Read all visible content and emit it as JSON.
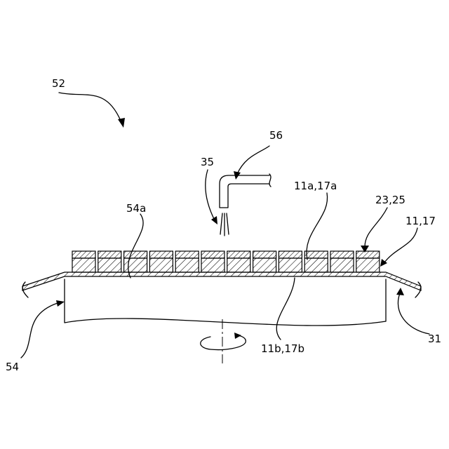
{
  "labels": {
    "l52": "52",
    "l56": "56",
    "l35": "35",
    "l11a17a": "11a,17a",
    "l2325": "23,25",
    "l1117": "11,17",
    "l54a": "54a",
    "l54": "54",
    "l11b17b": "11b,17b",
    "l31": "31"
  },
  "chip_count": 12,
  "colors": {
    "ink": "#000000",
    "background": "#ffffff"
  }
}
